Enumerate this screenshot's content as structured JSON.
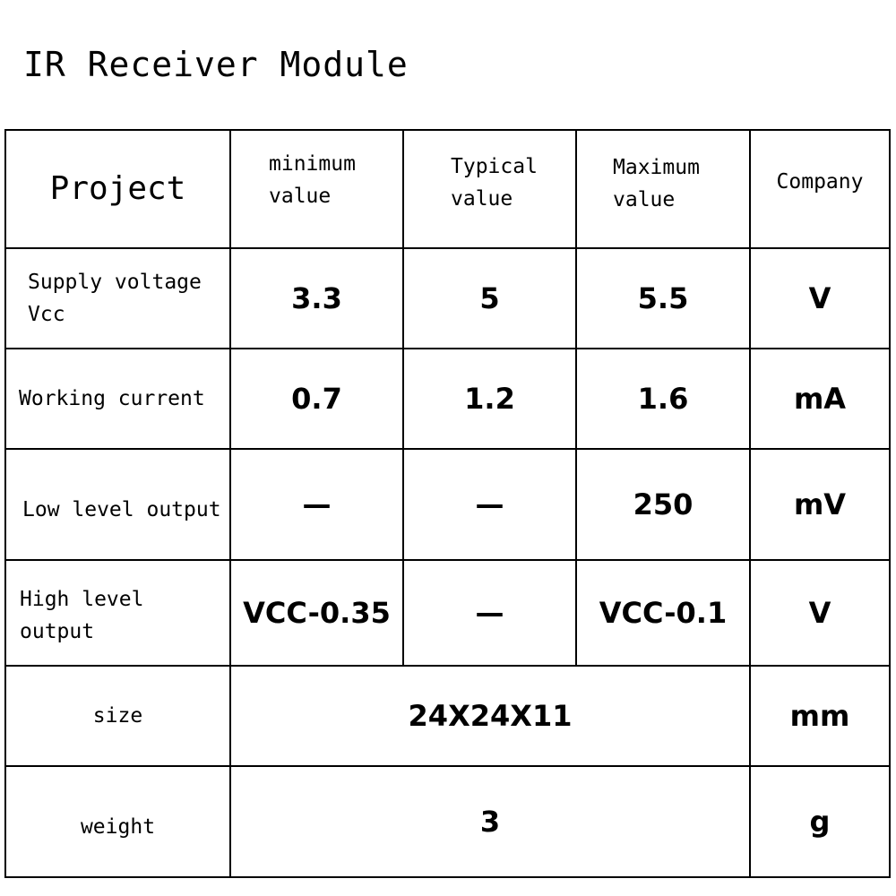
{
  "title": "IR Receiver Module",
  "table": {
    "headers": {
      "project": "Project",
      "minimum": "minimum\nvalue",
      "typical": "Typical\nvalue",
      "maximum": "Maximum\nvalue",
      "company": "Company"
    },
    "rows": [
      {
        "project": "Supply voltage\nVcc",
        "min": "3.3",
        "typ": "5",
        "max": "5.5",
        "unit": "V"
      },
      {
        "project": "Working current",
        "min": "0.7",
        "typ": "1.2",
        "max": "1.6",
        "unit": "mA"
      },
      {
        "project": "Low level output",
        "min": "—",
        "typ": "—",
        "max": "250",
        "unit": "mV"
      },
      {
        "project": "High level output",
        "min": "VCC-0.35",
        "typ": "—",
        "max": "VCC-0.1",
        "unit": "V"
      },
      {
        "project": "size",
        "value": "24X24X11",
        "unit": "mm"
      },
      {
        "project": "weight",
        "value": "3",
        "unit": "g"
      }
    ]
  }
}
